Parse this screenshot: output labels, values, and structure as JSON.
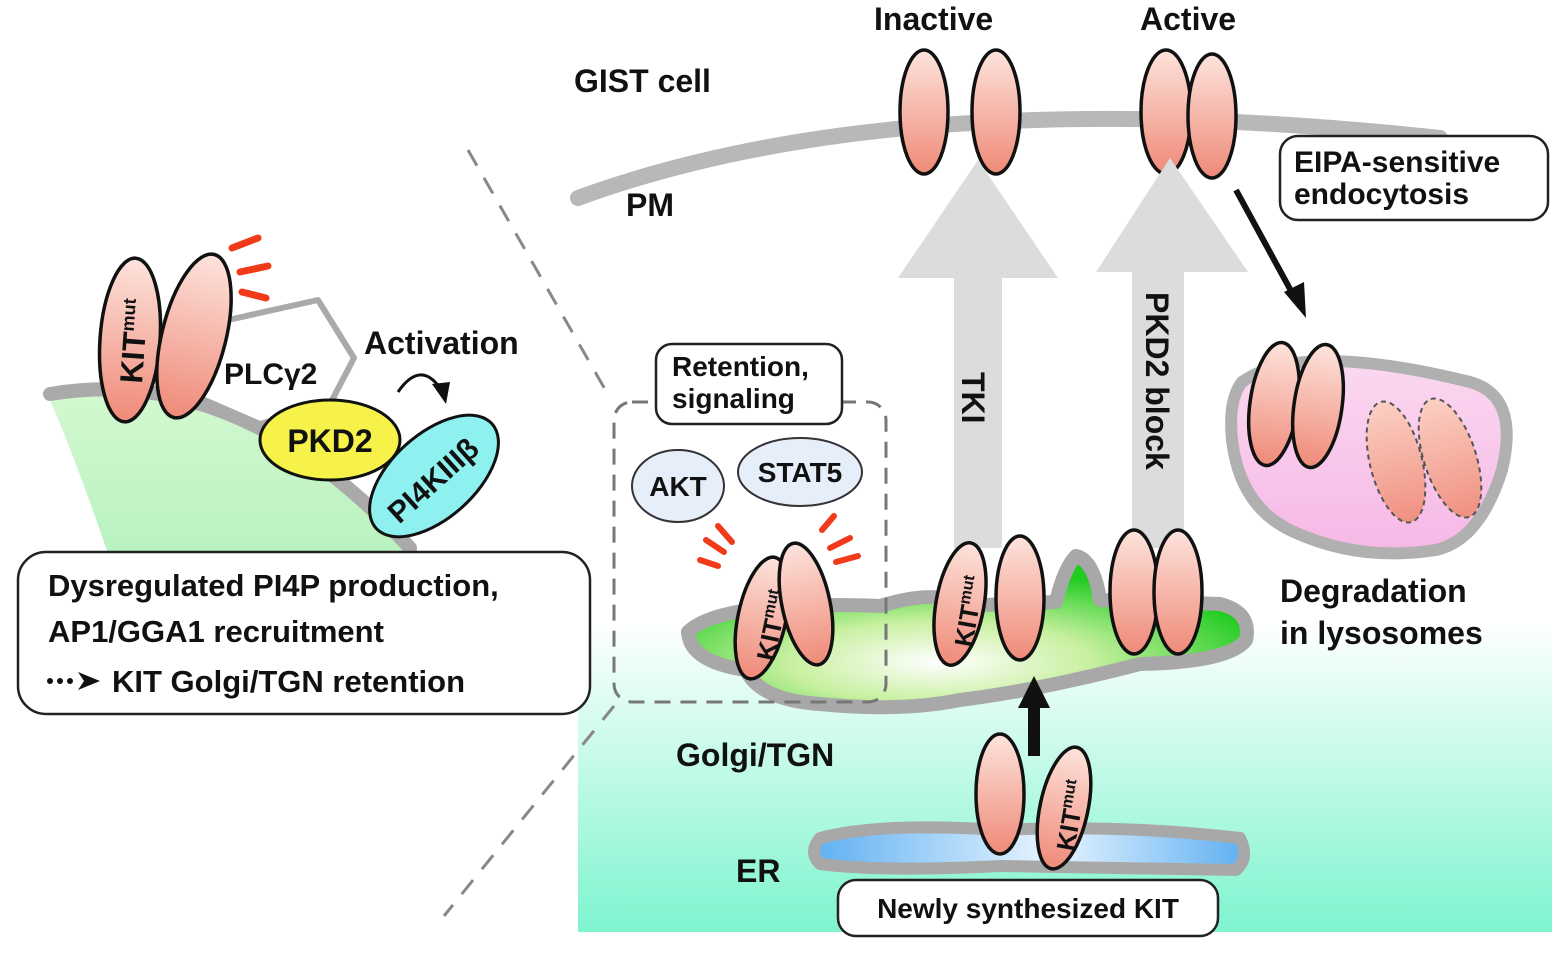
{
  "labels": {
    "gist_cell": "GIST cell",
    "pm": "PM",
    "inactive": "Inactive",
    "active": "Active",
    "eipa_line1": "EIPA-sensitive",
    "eipa_line2": "endocytosis",
    "degradation_line1": "Degradation",
    "degradation_line2": "in lysosomes",
    "retention_line1": "Retention,",
    "retention_line2": "signaling",
    "akt": "AKT",
    "stat5": "STAT5",
    "tki": "TKI",
    "pkd2_block": "PKD2 block",
    "golgi": "Golgi/TGN",
    "er": "ER",
    "newly_synthesized": "Newly synthesized KIT",
    "kit_base": "KIT",
    "kit_sup": "mut",
    "plcg2": "PLCγ2",
    "pkd2": "PKD2",
    "pi4k": "PI4KIIIβ",
    "activation": "Activation",
    "box_line1": "Dysregulated PI4P production,",
    "box_line2": "AP1/GGA1 recruitment",
    "box_line3": "KIT Golgi/TGN retention"
  },
  "colors": {
    "kit_fill_light": "#fde3dc",
    "kit_fill_dark": "#ef8a78",
    "cell_bg_top": "#ffffff",
    "cell_bg_bottom": "#7ef4cf",
    "membrane": "#b8b8b8",
    "golgi_green": "#22cc22",
    "er_blue": "#5fb0f2",
    "pkd2_yellow": "#f6f24a",
    "pi4k_cyan": "#8ff0f0",
    "lysosome_pink": "#f6a8e0",
    "signal_red": "#f03a1a",
    "bubble_blue": "#e6eefa",
    "arrow_gray": "#dcdcdc"
  }
}
